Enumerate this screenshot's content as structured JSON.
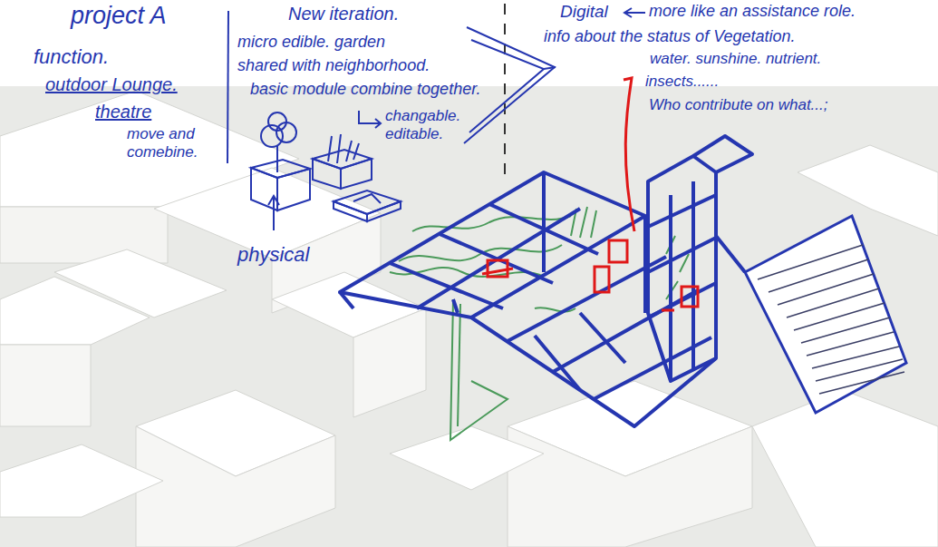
{
  "diagram": {
    "title": "project A",
    "labels": [
      "function.",
      "outdoor Lounge.",
      "theatre",
      "move and comebine.",
      "New iteration.",
      "micro edible. garden",
      "shared with neighborhood.",
      "basic module combine together.",
      "changable. editable.",
      "physical",
      "Digital",
      "more like an assistance role.",
      "info about the status of Vegetation.",
      "water. sunshine. nutrient.",
      "insects......",
      "Who contribute on what...;"
    ]
  }
}
